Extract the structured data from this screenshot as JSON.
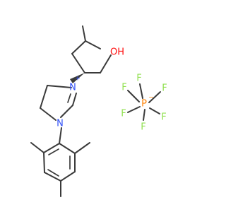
{
  "structure": {
    "cation": {
      "hydroxyl_label": "OH",
      "nitrogen_plus_label": "N",
      "nitrogen_plus_charge": "+",
      "nitrogen_label": "N"
    },
    "anion": {
      "phosphorus_label": "P",
      "phosphorus_charge": "−",
      "fluorine_labels": [
        "F",
        "F",
        "F",
        "F",
        "F",
        "F"
      ]
    },
    "colors": {
      "bond": "#3a3a3a",
      "oxygen": "#ff0d0d",
      "nitrogen": "#3050f8",
      "phosphorus": "#ff8000",
      "fluorine": "#90e050"
    }
  }
}
